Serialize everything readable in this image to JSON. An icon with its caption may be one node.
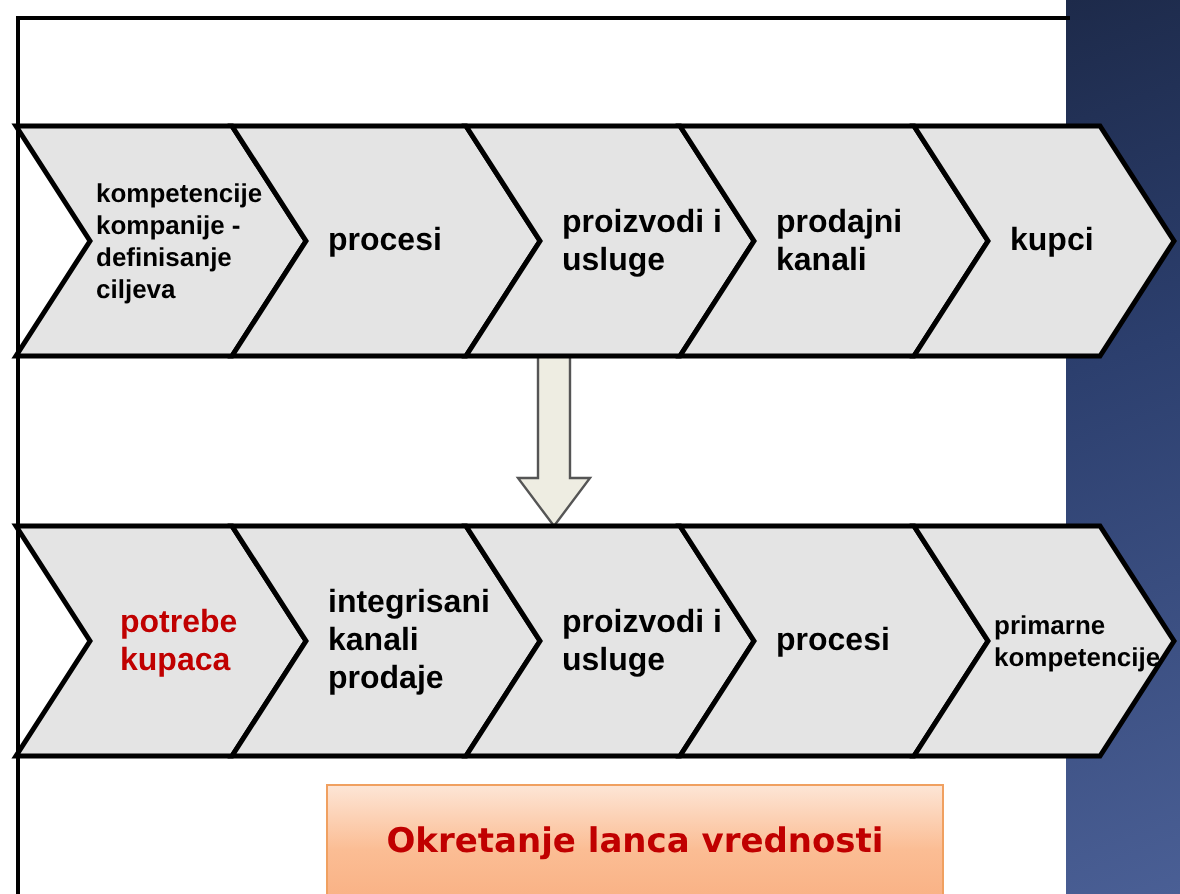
{
  "diagram": {
    "nodes": [
      {
        "text": [
          "kompetencije kompanije - definisanje ciljeva"
        ]
      },
      {
        "text": [
          "procesi"
        ]
      },
      {
        "text": [
          "proizvodi i usluge"
        ]
      },
      {
        "text": [
          "prodajni kanali"
        ]
      },
      {
        "text": [
          "kupci"
        ]
      },
      {
        "text": [
          "potrebe kupaca"
        ]
      },
      {
        "text": [
          "integrisani kanali prodaje"
        ]
      },
      {
        "text": [
          "proizvodi i usluge"
        ]
      },
      {
        "text": [
          "procesi"
        ]
      },
      {
        "text": [
          "primarne kompetencije"
        ]
      },
      {
        "text": [
          "Okretanje lanca vrednosti"
        ]
      }
    ],
    "edges": [
      {
        "from": 2,
        "to": 7,
        "arrow": "to"
      }
    ]
  }
}
